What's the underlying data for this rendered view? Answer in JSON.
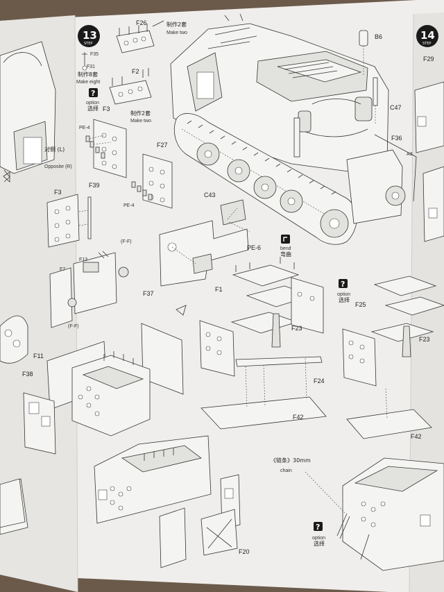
{
  "steps": {
    "left": "13",
    "right": "14",
    "step_word": "STEP"
  },
  "notes": {
    "make_two_cn": "制作2套",
    "make_two_en": "Make two",
    "make_two_cn_2": "制作2套",
    "make_two_en_2": "Make two",
    "make_eight_cn": "制作8套",
    "make_eight_en": "Make eight",
    "opposite_cn": "对侧 (L)",
    "opposite_en": "Opposite (R)",
    "option_en": "option",
    "option_cn": "选择",
    "bend_en": "bend",
    "bend_cn": "弯曲",
    "chain_cn": "《链条》30mm",
    "chain_en": "chain",
    "question_mark": "?"
  },
  "parts": {
    "f26": "F26",
    "f35": "F35",
    "f31": "F31",
    "f2": "F2",
    "f3": "F3",
    "f3b": "F3",
    "pe4": "PE-4",
    "pe4b": "PE-4",
    "f27": "F27",
    "f39": "F39",
    "b6": "B6",
    "c47": "C47",
    "f36": "F36",
    "a3": "A3",
    "c43": "C43",
    "pe6": "PE-6",
    "ff1": "(F-F)",
    "ff2": "(F-F)",
    "f7": "F7",
    "f13": "F13",
    "f37": "F37",
    "f11": "F11",
    "f38": "F38",
    "f1": "F1",
    "f23": "F23",
    "f23b": "F23",
    "f24": "F24",
    "f42": "F42",
    "f42b": "F42",
    "f25": "F25",
    "f29": "F29",
    "f20": "F20"
  }
}
